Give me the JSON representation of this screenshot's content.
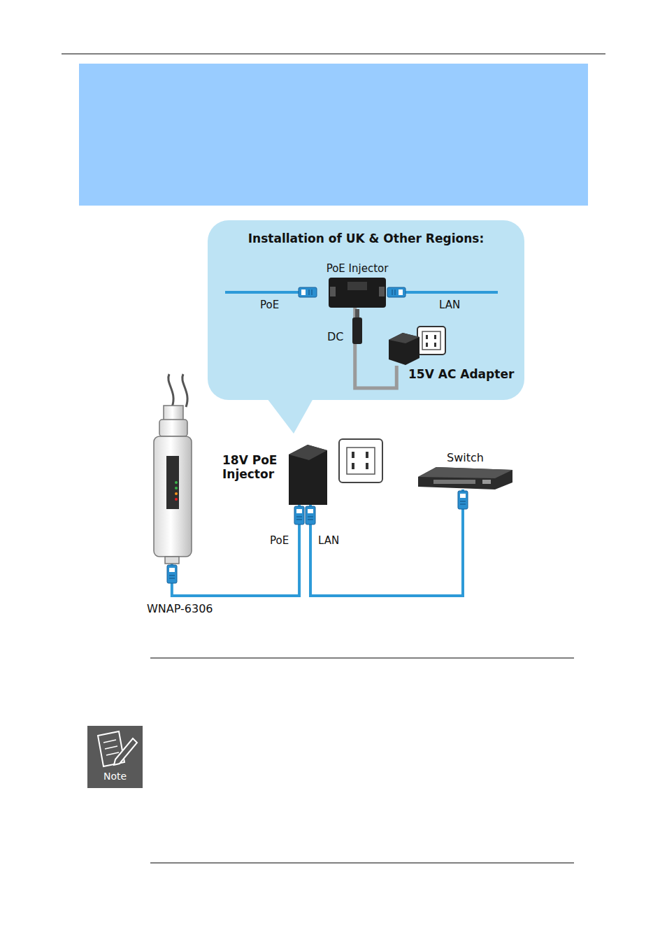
{
  "diagram": {
    "nodes": [
      {
        "text": [
          "Installation of UK & Other Regions:"
        ]
      },
      {
        "text": [
          "PoE Injector"
        ],
        "in": 0
      },
      {
        "text": [
          "15V AC Adapter"
        ],
        "in": 0
      },
      {
        "text": [
          "WNAP-6306"
        ]
      },
      {
        "text": [
          "18V PoE Injector"
        ]
      },
      {
        "text": [
          "Switch"
        ]
      },
      {
        "text": [
          "Note"
        ]
      }
    ],
    "edges": [
      {
        "from": 1,
        "to": 2,
        "label": "DC",
        "arrow": "none"
      },
      {
        "from": 3,
        "to": 4,
        "label": "PoE",
        "arrow": "none"
      },
      {
        "from": 4,
        "to": 5,
        "label": "LAN",
        "arrow": "none"
      }
    ],
    "labels": [
      "PoE",
      "LAN"
    ]
  }
}
